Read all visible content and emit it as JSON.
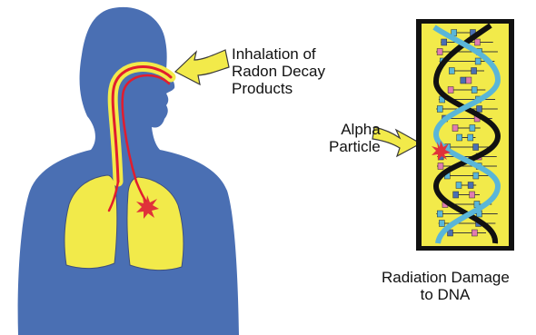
{
  "labels": {
    "inhalation": [
      "Inhalation of",
      "Radon Decay",
      "Products"
    ],
    "alpha": [
      "Alpha",
      "Particle"
    ],
    "dna": [
      "Radiation Damage",
      "to DNA"
    ]
  },
  "icons": {
    "inhalation_arrow": "curved-arrow-icon",
    "alpha_arrow": "curved-arrow-icon",
    "alpha_burst_lung": "starburst-icon",
    "alpha_burst_dna": "starburst-icon"
  },
  "colors": {
    "body": "#4a6fb3",
    "lungs": "#f2ea4a",
    "airway": "#e11d2e",
    "arrow": "#f2ea4a",
    "dna_background": "#f2ea4a",
    "dna_frame": "#111111",
    "dna_strand_blue": "#5ab6d8",
    "burst": "#e0323a"
  }
}
